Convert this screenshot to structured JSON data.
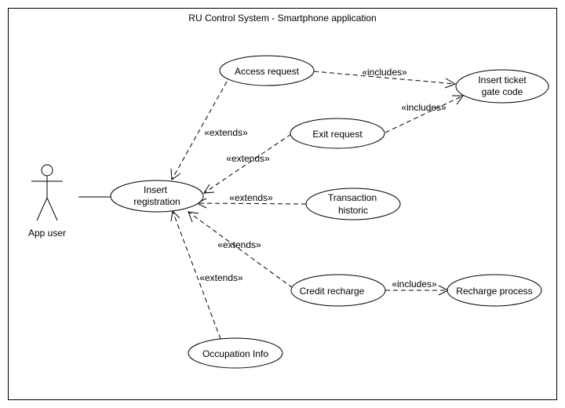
{
  "diagram": {
    "title": "RU Control System - Smartphone application",
    "actor": {
      "name": "App user"
    },
    "use_cases": {
      "access_request": "Access request",
      "insert_ticket": [
        "Insert ticket",
        "gate code"
      ],
      "exit_request": "Exit request",
      "insert_registration": [
        "Insert",
        "registration"
      ],
      "transaction_historic": [
        "Transaction",
        "historic"
      ],
      "credit_recharge": "Credit recharge",
      "recharge_process": "Recharge process",
      "occupation_info": "Occupation Info"
    },
    "relations": {
      "access_to_ticket": "«includes»",
      "exit_to_ticket": "«includes»",
      "access_extends": "«extends»",
      "exit_extends": "«extends»",
      "historic_extends": "«extends»",
      "recharge_extends": "«extends»",
      "credit_to_process": "«includes»",
      "occupation_extends": "«extends»"
    }
  }
}
